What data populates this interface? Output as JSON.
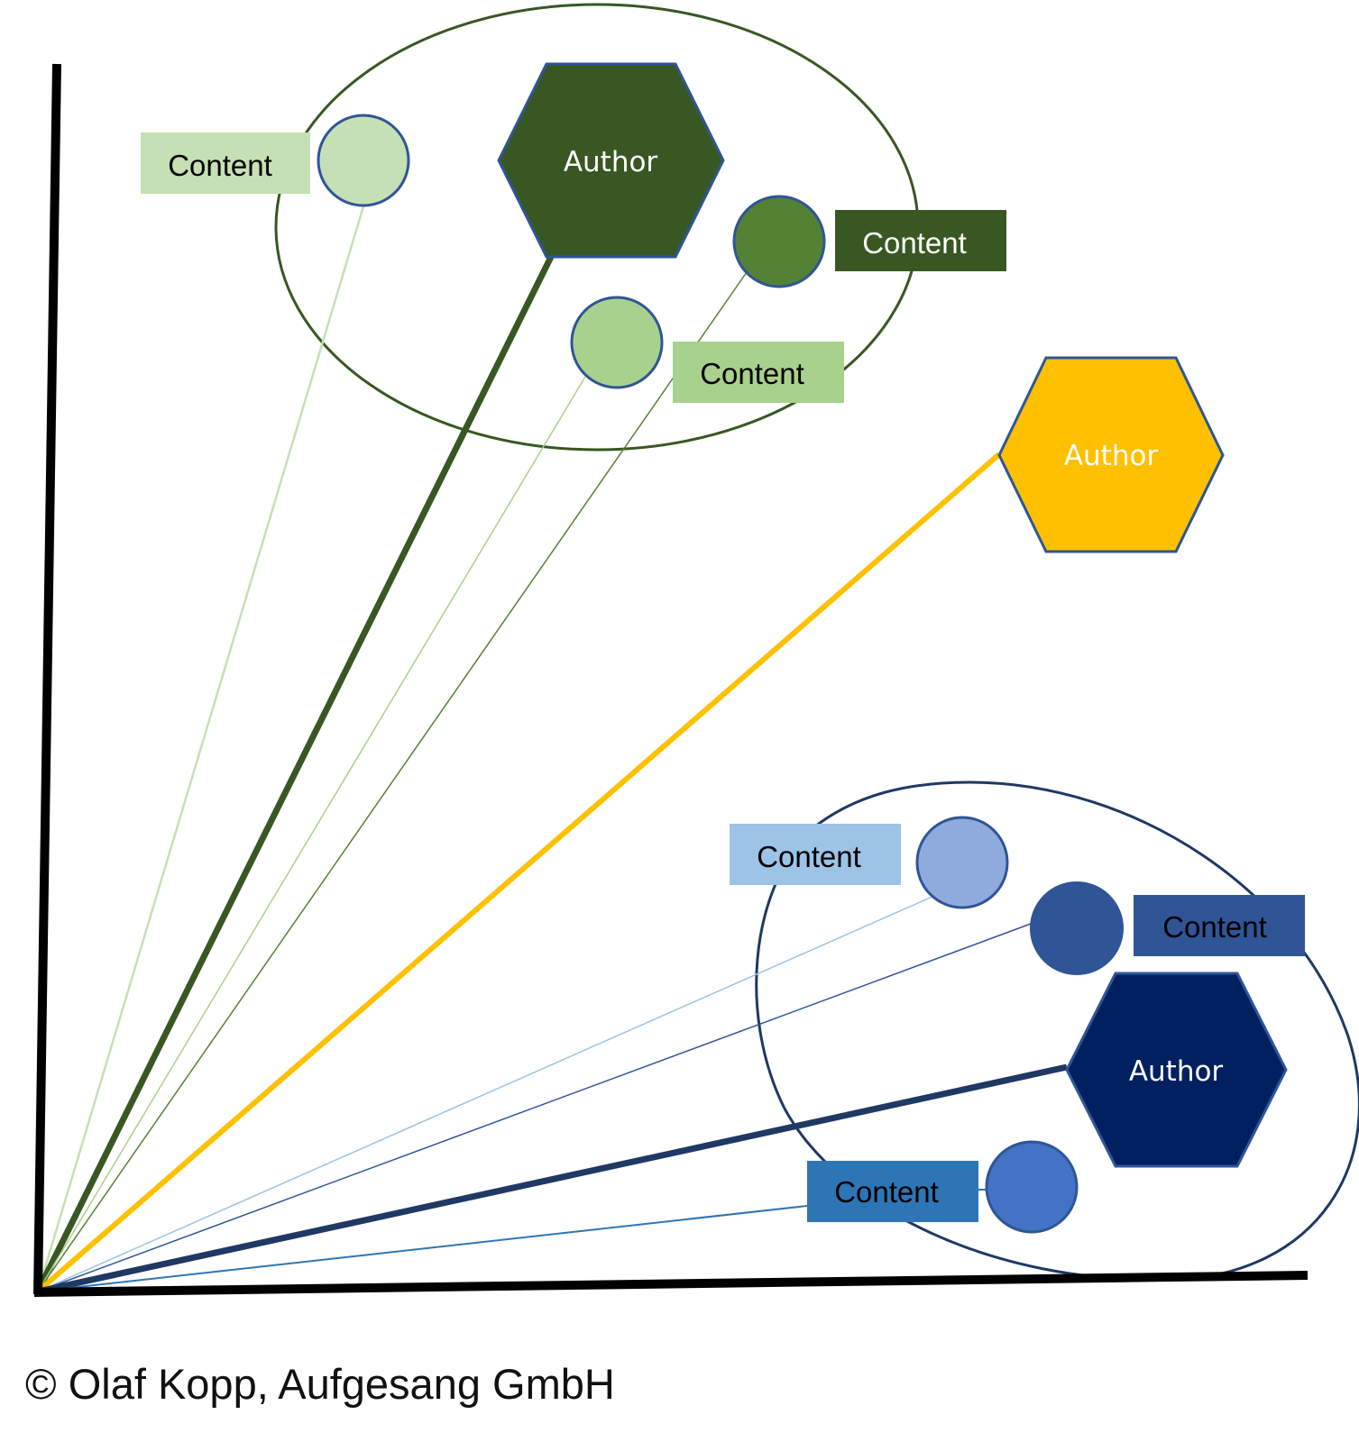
{
  "diagram": {
    "type": "author-content vector space",
    "axes": {
      "color": "#000000"
    },
    "clusters": [
      {
        "id": "green-cluster",
        "outline_color": "#385723",
        "author": {
          "label": "Author",
          "fill": "#385723",
          "text_color": "#ffffff",
          "edge_color": "#385723"
        },
        "contents": [
          {
            "label": "Content",
            "circle_fill": "#C5E0B4",
            "box_fill": "#C5E0B4",
            "text_color": "#000000",
            "edge_color": "#C5E0B4"
          },
          {
            "label": "Content",
            "circle_fill": "#548235",
            "box_fill": "#385723",
            "text_color": "#ffffff",
            "edge_color": "#548235"
          },
          {
            "label": "Content",
            "circle_fill": "#A9D18E",
            "box_fill": "#A9D18E",
            "text_color": "#000000",
            "edge_color": "#A9D18E"
          }
        ]
      },
      {
        "id": "yellow-single",
        "author": {
          "label": "Author",
          "fill": "#FFC000",
          "text_color": "#ffffff",
          "edge_color": "#FFC000"
        },
        "contents": []
      },
      {
        "id": "blue-cluster",
        "outline_color": "#1F3864",
        "author": {
          "label": "Author",
          "fill": "#002060",
          "text_color": "#ffffff",
          "edge_color": "#203864"
        },
        "contents": [
          {
            "label": "Content",
            "circle_fill": "#8FAADC",
            "box_fill": "#9DC3E6",
            "text_color": "#000000",
            "edge_color": "#9DC3E6"
          },
          {
            "label": "Content",
            "circle_fill": "#2F5597",
            "box_fill": "#2F5597",
            "text_color": "#000000",
            "edge_color": "#2F5597"
          },
          {
            "label": "Content",
            "circle_fill": "#4472C4",
            "box_fill": "#2E75B6",
            "text_color": "#000000",
            "edge_color": "#2E75B6"
          }
        ]
      }
    ],
    "node_outline_color": "#2F5597"
  },
  "footer": {
    "copyright": "© Olaf Kopp, Aufgesang GmbH"
  }
}
